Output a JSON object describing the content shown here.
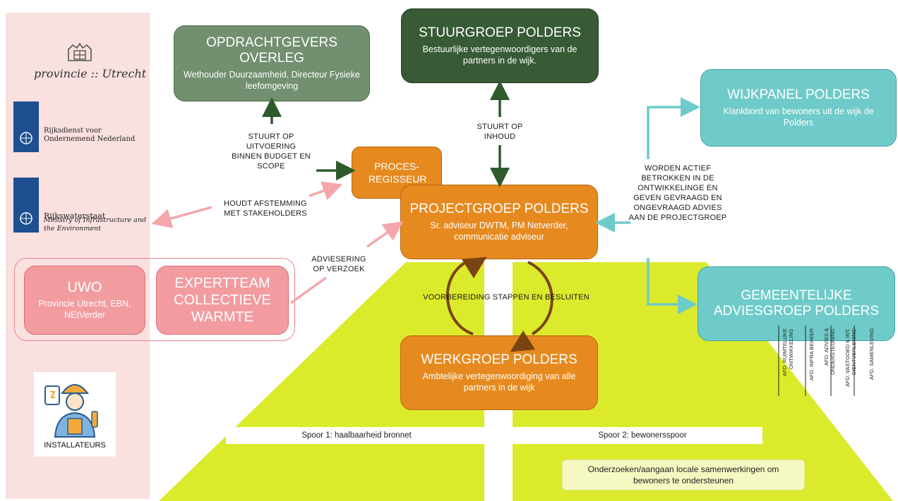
{
  "colors": {
    "green_light": "#728f6f",
    "green_dark": "#385a35",
    "orange": "#e68a1f",
    "teal": "#6fcbc9",
    "pink": "#f29ca0",
    "yellow": "#dcea2c",
    "sidebar": "#fbe0e0"
  },
  "logos": {
    "provincie": "provincie :: Utrecht",
    "rvo": "Rijksdienst voor Ondernemend Nederland",
    "rws_name": "Rijkswaterstaat",
    "rws_sub": "Ministry of Infrastructure and the Environment"
  },
  "installateurs": {
    "label": "INSTALLATEURS",
    "icon": "installer-worker-icon"
  },
  "boxes": {
    "opdrachtgevers": {
      "title": "OPDRACHTGEVERS OVERLEG",
      "subtitle": "Wethouder Duurzaamheid, Directeur Fysieke leefomgeving"
    },
    "stuurgroep": {
      "title": "STUURGROEP POLDERS",
      "subtitle": "Bestuurlijke vertegenwoordigers van de partners in de wijk."
    },
    "wijkpanel": {
      "title": "WIJKPANEL POLDERS",
      "subtitle": "Klankbord van bewoners uit de wijk de Polders"
    },
    "procesregisseur": {
      "title": "PROCES-REGISSEUR"
    },
    "projectgroep": {
      "title": "PROJECTGROEP POLDERS",
      "subtitle": "Sr. adviseur DWTM, PM Netverder, communicatie adviseur"
    },
    "uwo": {
      "title": "UWO",
      "subtitle": "Provincie Utrecht, EBN, NEtVerder"
    },
    "expertteam": {
      "title": "EXPERTTEAM COLLECTIEVE WARMTE"
    },
    "gemeentelijke": {
      "title": "GEMEENTELIJKE ADVIESGROEP POLDERS"
    },
    "werkgroep": {
      "title": "WERKGROEP POLDERS",
      "subtitle": "Ambtelijke vertegenwoordiging van alle partners in de wijk"
    }
  },
  "labels": {
    "stuurt_uitvoering": "STUURT OP UITVOERING BINNEN BUDGET EN SCOPE",
    "stuurt_inhoud": "STUURT OP INHOUD",
    "houdt_afstemming": "HOUDT AFSTEMMING MET STAKEHOLDERS",
    "advisering": "ADVIESERING OP VERZOEK",
    "worden_betrokken": "WORDEN ACTIEF BETROKKEN IN DE ONTWIKKELINGE EN GEVEN GEVRAAGD EN ONGEVRAAGD ADVIES AAN DE PROJECTGROEP",
    "voorbereiding": "VOORBEREIDING STAPPEN EN BESLUITEN"
  },
  "departments": [
    "AFD. RUIMTELIJKE\nONTWIKKELING",
    "AFD. INFRA BEHEER",
    "AFD. ADVIES &\nONDERSTEUNING",
    "AFD. VASTGOED & INT.\nDIENTVERLENING",
    "AFD. SAMENLEVING"
  ],
  "tracks": {
    "spoor1": "Spoor 1: haalbaarheid bronnet",
    "spoor2": "Spoor 2: bewonersspoor",
    "note": "Onderzoeken/aangaan locale samenwerkingen om bewoners te ondersteunen"
  }
}
